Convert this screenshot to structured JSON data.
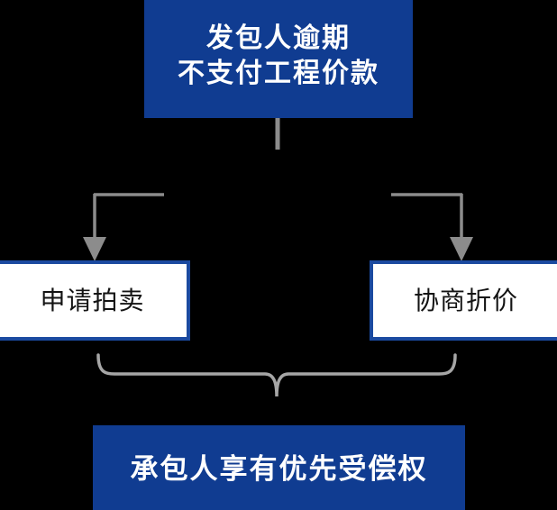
{
  "diagram": {
    "type": "flowchart",
    "orientation": "top-down",
    "background_color": "#000000",
    "accent_color": "#103C91",
    "border_color": "#1B4AA0",
    "connector_color": "#8C8C8C",
    "nodes": {
      "top": {
        "label": "发包人逾期\n不支付工程价款",
        "style": "filled",
        "fill": "#103C91",
        "text_color": "#FFFFFF"
      },
      "left": {
        "label": "申请拍卖",
        "style": "outlined",
        "fill": "#FFFFFF",
        "text_color": "#131313"
      },
      "right": {
        "label": "协商折价",
        "style": "outlined",
        "fill": "#FFFFFF",
        "text_color": "#131313"
      },
      "bottom": {
        "label": "承包人享有优先受偿权",
        "style": "filled",
        "fill": "#103C91",
        "text_color": "#FFFFFF"
      }
    },
    "edges": [
      {
        "from": "top",
        "to": "left",
        "arrow": true
      },
      {
        "from": "top",
        "to": "right",
        "arrow": true
      },
      {
        "from": "left",
        "to": "bottom",
        "arrow": false,
        "shape": "brace"
      },
      {
        "from": "right",
        "to": "bottom",
        "arrow": false,
        "shape": "brace"
      }
    ]
  }
}
